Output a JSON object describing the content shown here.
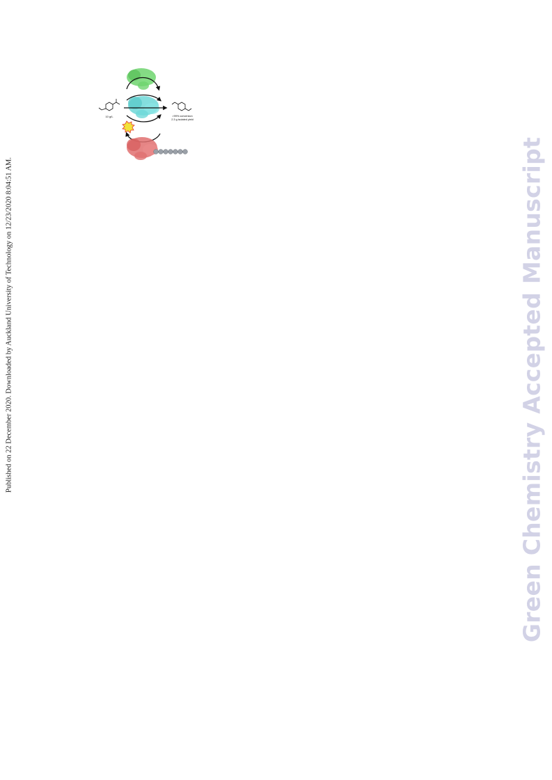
{
  "margin_note": "Published on 22 December 2020. Downloaded by Auckland University of Technology on 12/23/2020 8:04:51 AM.",
  "watermark": "Green Chemistry Accepted Manuscript",
  "graphic": {
    "substrate_label": "10 g/L",
    "product_label_1": ">99% conversion",
    "product_label_2": "2.3 g isolated yield"
  },
  "colors": {
    "enzyme_top": "#6fd46f",
    "enzyme_middle": "#6fd8d8",
    "enzyme_bottom": "#e07070",
    "burst": "#f2e23a",
    "burst_outline": "#e0342a",
    "beads": "#9aa0a8",
    "watermark": "#d2d2e6"
  }
}
